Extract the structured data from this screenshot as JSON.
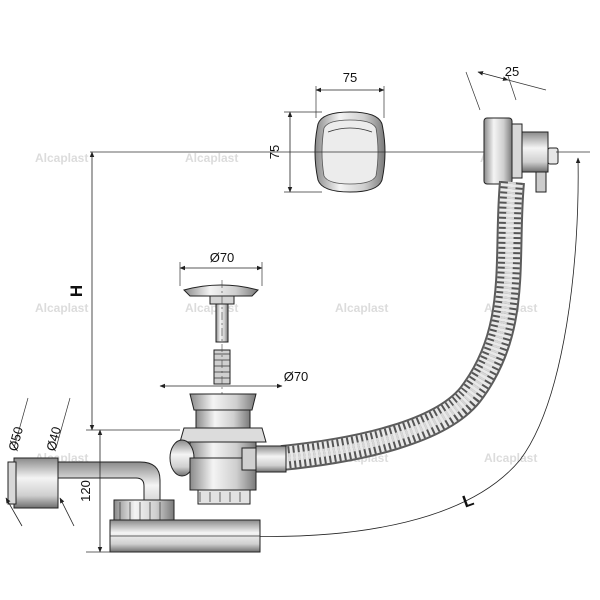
{
  "dimensions": {
    "button_width": "75",
    "button_height": "75",
    "overflow_depth": "25",
    "plug_diameter": "Ø70",
    "drain_diameter": "Ø70",
    "outlet_outer": "Ø50",
    "outlet_inner": "Ø40",
    "drain_height": "120",
    "height_label": "H",
    "length_label": "L"
  },
  "watermark": "Alcaplast",
  "colors": {
    "line": "#222222",
    "metal_light": "#f2f2f2",
    "metal_mid": "#bdbdbd",
    "metal_dark": "#6f6f6f"
  }
}
